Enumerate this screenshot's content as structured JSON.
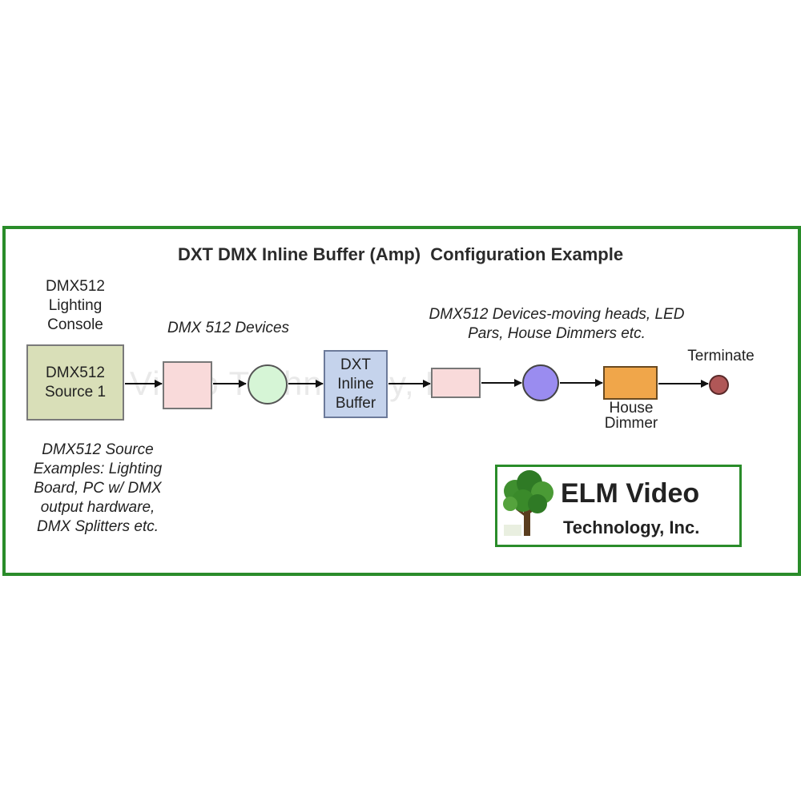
{
  "title": "DXT DMX Inline Buffer (Amp)  Configuration Example",
  "watermark": "ELM Video Technology, Inc.",
  "console_label": [
    "DMX512",
    "Lighting",
    "Console"
  ],
  "source_box": [
    "DMX512",
    "Source 1"
  ],
  "devices_label": "DMX 512 Devices",
  "buffer_box": [
    "DXT",
    "Inline",
    "Buffer"
  ],
  "devices2_label": [
    "DMX512 Devices-moving heads, LED",
    "Pars, House Dimmers etc."
  ],
  "terminate_label": "Terminate",
  "dimmer_label": [
    "House",
    "Dimmer"
  ],
  "source_examples": [
    "DMX512 Source",
    "Examples: Lighting",
    "Board, PC w/ DMX",
    "output hardware,",
    "DMX Splitters etc."
  ],
  "logo": {
    "name": "ELM Video",
    "sub": "Technology, Inc."
  },
  "colors": {
    "frame": "#2a8c2a",
    "source": "#d9dfb8",
    "device_pink": "#f9dada",
    "device_green": "#d6f5d6",
    "buffer": "#c5d3ec",
    "device_purple": "#9a8cf0",
    "dimmer": "#f0a64a",
    "terminate": "#b05757"
  },
  "icons": [
    "tree-logo-icon",
    "arrow-icon"
  ]
}
